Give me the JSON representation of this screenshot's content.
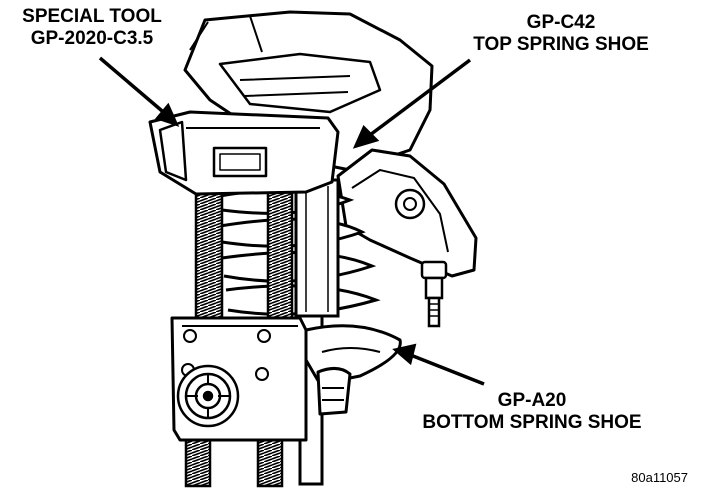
{
  "callouts": {
    "special_tool": {
      "line1": "SPECIAL TOOL",
      "line2": "GP-2020-C3.5"
    },
    "top_spring_shoe": {
      "line1": "GP-C42",
      "line2": "TOP SPRING SHOE"
    },
    "bottom_spring_shoe": {
      "line1": "GP-A20",
      "line2": "BOTTOM SPRING SHOE"
    }
  },
  "figure_id": "80a11057",
  "colors": {
    "ink": "#000000",
    "paper": "#ffffff"
  }
}
